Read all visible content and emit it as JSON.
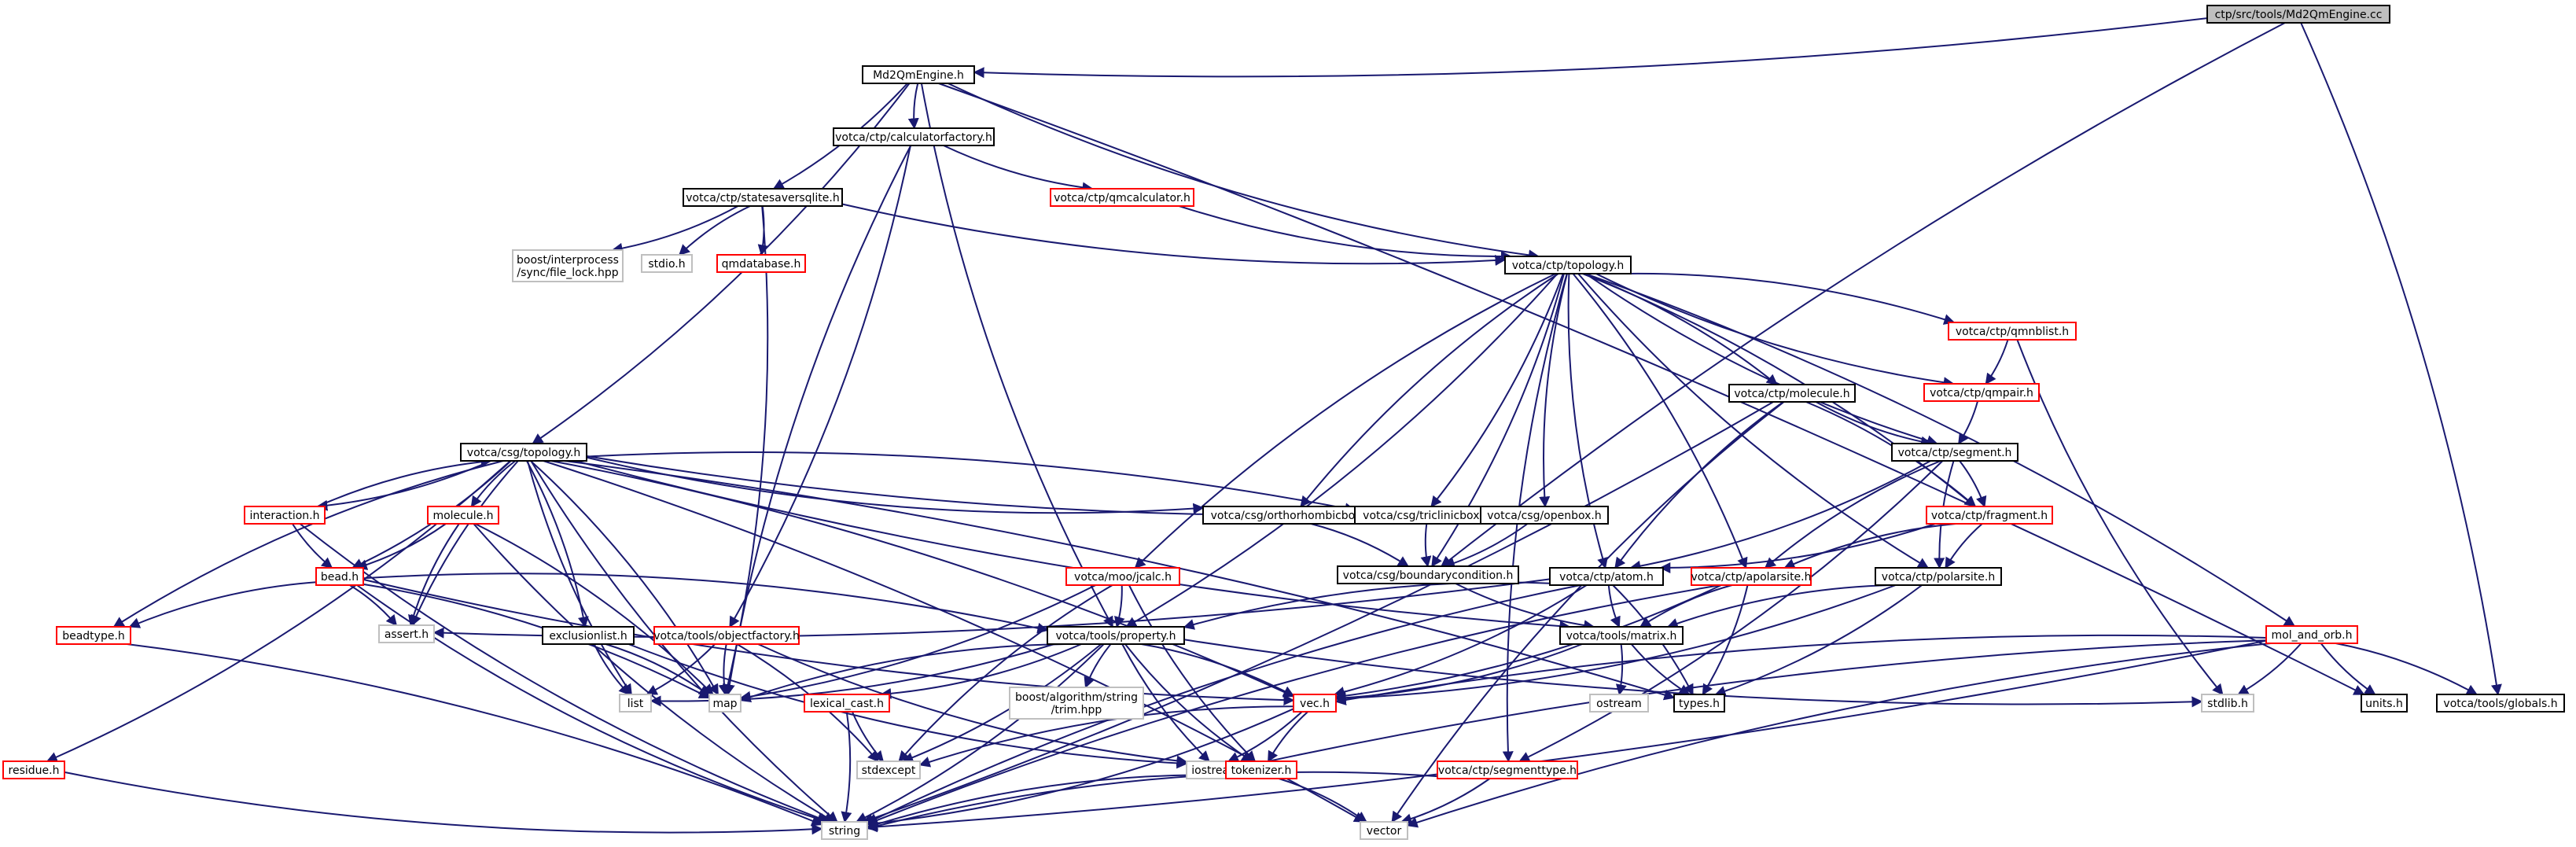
{
  "diagram": {
    "title": "",
    "colors": {
      "edge": "#191970",
      "black": "#000000",
      "red": "#ff0000",
      "gray": "#bfbfbf",
      "root_fill": "#bfbfbf"
    },
    "nodes": [
      {
        "id": "root",
        "label": "ctp/src/tools/Md2QmEngine.cc",
        "style": "root"
      },
      {
        "id": "md2qm",
        "label": "Md2QmEngine.h",
        "style": "black"
      },
      {
        "id": "calcfactory",
        "label": "votca/ctp/calculatorfactory.h",
        "style": "black"
      },
      {
        "id": "statesaver",
        "label": "votca/ctp/statesaversqlite.h",
        "style": "black"
      },
      {
        "id": "qmcalc",
        "label": "votca/ctp/qmcalculator.h",
        "style": "red"
      },
      {
        "id": "ctptop",
        "label": "votca/ctp/topology.h",
        "style": "black"
      },
      {
        "id": "filelock",
        "label": "boost/interprocess\n/sync/file_lock.hpp",
        "style": "gray"
      },
      {
        "id": "stdio",
        "label": "stdio.h",
        "style": "gray"
      },
      {
        "id": "qmdb",
        "label": "qmdatabase.h",
        "style": "red"
      },
      {
        "id": "qmnblist",
        "label": "votca/ctp/qmnblist.h",
        "style": "red"
      },
      {
        "id": "qmpair",
        "label": "votca/ctp/qmpair.h",
        "style": "red"
      },
      {
        "id": "ctpmol",
        "label": "votca/ctp/molecule.h",
        "style": "black"
      },
      {
        "id": "segment",
        "label": "votca/ctp/segment.h",
        "style": "black"
      },
      {
        "id": "csgtop",
        "label": "votca/csg/topology.h",
        "style": "black"
      },
      {
        "id": "fragment",
        "label": "votca/ctp/fragment.h",
        "style": "red"
      },
      {
        "id": "ortho",
        "label": "votca/csg/orthorhombicbox.h",
        "style": "black"
      },
      {
        "id": "tricl",
        "label": "votca/csg/triclinicbox.h",
        "style": "black"
      },
      {
        "id": "openbox",
        "label": "votca/csg/openbox.h",
        "style": "black"
      },
      {
        "id": "interaction",
        "label": "interaction.h",
        "style": "red"
      },
      {
        "id": "moleculeh",
        "label": "molecule.h",
        "style": "red"
      },
      {
        "id": "bead",
        "label": "bead.h",
        "style": "red"
      },
      {
        "id": "boundary",
        "label": "votca/csg/boundarycondition.h",
        "style": "black"
      },
      {
        "id": "jcalc",
        "label": "votca/moo/jcalc.h",
        "style": "red"
      },
      {
        "id": "atom",
        "label": "votca/ctp/atom.h",
        "style": "black"
      },
      {
        "id": "apolar",
        "label": "votca/ctp/apolarsite.h",
        "style": "red"
      },
      {
        "id": "polarsite",
        "label": "votca/ctp/polarsite.h",
        "style": "black"
      },
      {
        "id": "assert",
        "label": "assert.h",
        "style": "gray"
      },
      {
        "id": "exclusion",
        "label": "exclusionlist.h",
        "style": "black"
      },
      {
        "id": "objfactory",
        "label": "votca/tools/objectfactory.h",
        "style": "red"
      },
      {
        "id": "property",
        "label": "votca/tools/property.h",
        "style": "black"
      },
      {
        "id": "matrix",
        "label": "votca/tools/matrix.h",
        "style": "black"
      },
      {
        "id": "molorb",
        "label": "mol_and_orb.h",
        "style": "red"
      },
      {
        "id": "beadtype",
        "label": "beadtype.h",
        "style": "red"
      },
      {
        "id": "list",
        "label": "list",
        "style": "gray"
      },
      {
        "id": "map",
        "label": "map",
        "style": "gray"
      },
      {
        "id": "lexical",
        "label": "lexical_cast.h",
        "style": "red"
      },
      {
        "id": "boosttrim",
        "label": "boost/algorithm/string\n/trim.hpp",
        "style": "gray"
      },
      {
        "id": "vec",
        "label": "vec.h",
        "style": "red"
      },
      {
        "id": "ostream",
        "label": "ostream",
        "style": "gray"
      },
      {
        "id": "types",
        "label": "types.h",
        "style": "black"
      },
      {
        "id": "stdlib",
        "label": "stdlib.h",
        "style": "gray"
      },
      {
        "id": "units",
        "label": "units.h",
        "style": "black"
      },
      {
        "id": "globals",
        "label": "votca/tools/globals.h",
        "style": "black"
      },
      {
        "id": "stdexcept",
        "label": "stdexcept",
        "style": "gray"
      },
      {
        "id": "iostream",
        "label": "iostream",
        "style": "gray"
      },
      {
        "id": "tokenizer",
        "label": "tokenizer.h",
        "style": "red"
      },
      {
        "id": "segtype",
        "label": "votca/ctp/segmenttype.h",
        "style": "red"
      },
      {
        "id": "residue",
        "label": "residue.h",
        "style": "red"
      },
      {
        "id": "string",
        "label": "string",
        "style": "gray"
      },
      {
        "id": "vector",
        "label": "vector",
        "style": "gray"
      }
    ],
    "edges": [
      [
        "root",
        "md2qm"
      ],
      [
        "root",
        "boundary"
      ],
      [
        "root",
        "globals"
      ],
      [
        "md2qm",
        "calcfactory"
      ],
      [
        "md2qm",
        "statesaver"
      ],
      [
        "md2qm",
        "ctptop"
      ],
      [
        "md2qm",
        "csgtop"
      ],
      [
        "md2qm",
        "property"
      ],
      [
        "md2qm",
        "units"
      ],
      [
        "calcfactory",
        "qmcalc"
      ],
      [
        "calcfactory",
        "objfactory"
      ],
      [
        "calcfactory",
        "map"
      ],
      [
        "statesaver",
        "filelock"
      ],
      [
        "statesaver",
        "stdio"
      ],
      [
        "statesaver",
        "qmdb"
      ],
      [
        "statesaver",
        "ctptop"
      ],
      [
        "statesaver",
        "map"
      ],
      [
        "qmcalc",
        "ctptop"
      ],
      [
        "ctptop",
        "qmnblist"
      ],
      [
        "ctptop",
        "qmpair"
      ],
      [
        "ctptop",
        "ctpmol"
      ],
      [
        "ctptop",
        "segment"
      ],
      [
        "ctptop",
        "fragment"
      ],
      [
        "ctptop",
        "polarsite"
      ],
      [
        "ctptop",
        "molorb"
      ],
      [
        "ctptop",
        "ortho"
      ],
      [
        "ctptop",
        "tricl"
      ],
      [
        "ctptop",
        "openbox"
      ],
      [
        "ctptop",
        "boundary"
      ],
      [
        "ctptop",
        "atom"
      ],
      [
        "ctptop",
        "apolar"
      ],
      [
        "ctptop",
        "jcalc"
      ],
      [
        "ctptop",
        "property"
      ],
      [
        "ctptop",
        "segtype"
      ],
      [
        "qmnblist",
        "qmpair"
      ],
      [
        "qmnblist",
        "stdlib"
      ],
      [
        "qmpair",
        "segment"
      ],
      [
        "ctpmol",
        "segment"
      ],
      [
        "ctpmol",
        "fragment"
      ],
      [
        "ctpmol",
        "atom"
      ],
      [
        "ctpmol",
        "string"
      ],
      [
        "ctpmol",
        "vector"
      ],
      [
        "segment",
        "fragment"
      ],
      [
        "segment",
        "polarsite"
      ],
      [
        "segment",
        "atom"
      ],
      [
        "segment",
        "apolar"
      ],
      [
        "segment",
        "segtype"
      ],
      [
        "fragment",
        "polarsite"
      ],
      [
        "fragment",
        "atom"
      ],
      [
        "fragment",
        "apolar"
      ],
      [
        "csgtop",
        "interaction"
      ],
      [
        "csgtop",
        "moleculeh"
      ],
      [
        "csgtop",
        "bead"
      ],
      [
        "csgtop",
        "assert"
      ],
      [
        "csgtop",
        "exclusion"
      ],
      [
        "csgtop",
        "beadtype"
      ],
      [
        "csgtop",
        "residue"
      ],
      [
        "csgtop",
        "ortho"
      ],
      [
        "csgtop",
        "tricl"
      ],
      [
        "csgtop",
        "openbox"
      ],
      [
        "csgtop",
        "map"
      ],
      [
        "csgtop",
        "list"
      ],
      [
        "csgtop",
        "vec"
      ],
      [
        "csgtop",
        "matrix"
      ],
      [
        "csgtop",
        "types"
      ],
      [
        "csgtop",
        "string"
      ],
      [
        "csgtop",
        "vector"
      ],
      [
        "interaction",
        "bead"
      ],
      [
        "interaction",
        "csgtop"
      ],
      [
        "interaction",
        "string"
      ],
      [
        "moleculeh",
        "bead"
      ],
      [
        "moleculeh",
        "assert"
      ],
      [
        "moleculeh",
        "map"
      ],
      [
        "moleculeh",
        "string"
      ],
      [
        "bead",
        "assert"
      ],
      [
        "bead",
        "beadtype"
      ],
      [
        "bead",
        "property"
      ],
      [
        "bead",
        "vec"
      ],
      [
        "bead",
        "map"
      ],
      [
        "bead",
        "string"
      ],
      [
        "ortho",
        "boundary"
      ],
      [
        "tricl",
        "boundary"
      ],
      [
        "openbox",
        "boundary"
      ],
      [
        "boundary",
        "matrix"
      ],
      [
        "jcalc",
        "property"
      ],
      [
        "jcalc",
        "tokenizer"
      ],
      [
        "jcalc",
        "map"
      ],
      [
        "jcalc",
        "stdexcept"
      ],
      [
        "atom",
        "vec"
      ],
      [
        "atom",
        "matrix"
      ],
      [
        "atom",
        "types"
      ],
      [
        "atom",
        "property"
      ],
      [
        "atom",
        "assert"
      ],
      [
        "atom",
        "string"
      ],
      [
        "apolar",
        "vec"
      ],
      [
        "apolar",
        "matrix"
      ],
      [
        "apolar",
        "types"
      ],
      [
        "apolar",
        "string"
      ],
      [
        "polarsite",
        "vec"
      ],
      [
        "polarsite",
        "matrix"
      ],
      [
        "polarsite",
        "types"
      ],
      [
        "exclusion",
        "list"
      ],
      [
        "exclusion",
        "map"
      ],
      [
        "exclusion",
        "iostream"
      ],
      [
        "objfactory",
        "list"
      ],
      [
        "objfactory",
        "map"
      ],
      [
        "objfactory",
        "stdexcept"
      ],
      [
        "objfactory",
        "iostream"
      ],
      [
        "property",
        "list"
      ],
      [
        "property",
        "map"
      ],
      [
        "property",
        "lexical"
      ],
      [
        "property",
        "boosttrim"
      ],
      [
        "property",
        "vec"
      ],
      [
        "property",
        "tokenizer"
      ],
      [
        "property",
        "stdexcept"
      ],
      [
        "property",
        "iostream"
      ],
      [
        "property",
        "string"
      ],
      [
        "property",
        "stdlib"
      ],
      [
        "matrix",
        "vec"
      ],
      [
        "matrix",
        "types"
      ],
      [
        "matrix",
        "ostream"
      ],
      [
        "molorb",
        "vec"
      ],
      [
        "molorb",
        "stdlib"
      ],
      [
        "molorb",
        "units"
      ],
      [
        "molorb",
        "globals"
      ],
      [
        "molorb",
        "iostream"
      ],
      [
        "molorb",
        "string"
      ],
      [
        "molorb",
        "vector"
      ],
      [
        "beadtype",
        "string"
      ],
      [
        "lexical",
        "stdexcept"
      ],
      [
        "lexical",
        "string"
      ],
      [
        "vec",
        "stdexcept"
      ],
      [
        "vec",
        "iostream"
      ],
      [
        "vec",
        "tokenizer"
      ],
      [
        "vec",
        "string"
      ],
      [
        "tokenizer",
        "string"
      ],
      [
        "tokenizer",
        "vector"
      ],
      [
        "segtype",
        "string"
      ],
      [
        "segtype",
        "vector"
      ],
      [
        "residue",
        "string"
      ]
    ]
  }
}
